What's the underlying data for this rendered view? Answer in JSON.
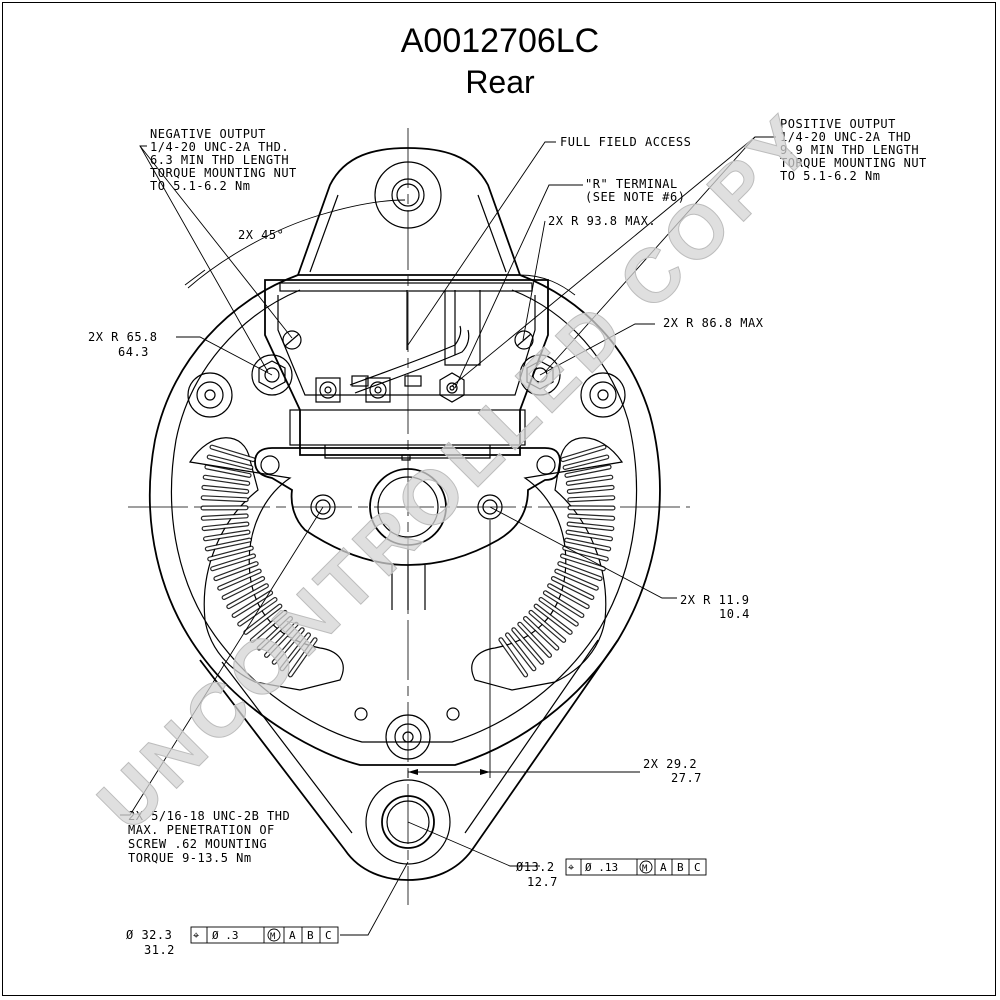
{
  "title": "A0012706LC",
  "subtitle": "Rear",
  "watermark": "UNCONTROLLED COPY",
  "labels": {
    "negative_output": [
      "NEGATIVE OUTPUT",
      "1/4-20 UNC-2A THD.",
      "6.3 MIN THD LENGTH",
      "TORQUE MOUNTING NUT",
      "TO 5.1-6.2 Nm"
    ],
    "full_field_access": "FULL FIELD ACCESS",
    "r_terminal": [
      "\"R\" TERMINAL",
      "(SEE NOTE #6)"
    ],
    "positive_output": [
      "POSITIVE OUTPUT",
      "1/4-20 UNC-2A THD",
      "9.9 MIN THD LENGTH",
      "TORQUE MOUNTING NUT",
      "TO 5.1-6.2 Nm"
    ],
    "angle_45": "2X 45°",
    "r_93_8": "2X R 93.8 MAX.",
    "r_65_8": [
      "2X R 65.8",
      "64.3"
    ],
    "r_86_8": "2X R 86.8 MAX",
    "r_11_9": [
      "2X R 11.9",
      "10.4"
    ],
    "dim_29_2": [
      "2X 29.2",
      "27.7"
    ],
    "mount_thread": [
      "2X 5/16-18 UNC-2B THD",
      "MAX. PENETRATION OF",
      "SCREW .62 MOUNTING",
      "TORQUE 9-13.5 Nm"
    ],
    "dia_13_2": [
      "Ø13.2",
      "12.7"
    ],
    "dia_32_3": [
      "Ø 32.3",
      "31.2"
    ]
  },
  "fcf_small": [
    "⌖",
    "Ø .13",
    "M",
    "A",
    "B",
    "C"
  ],
  "fcf_large": [
    "⌖",
    "Ø .3",
    "M",
    "A",
    "B",
    "C"
  ]
}
